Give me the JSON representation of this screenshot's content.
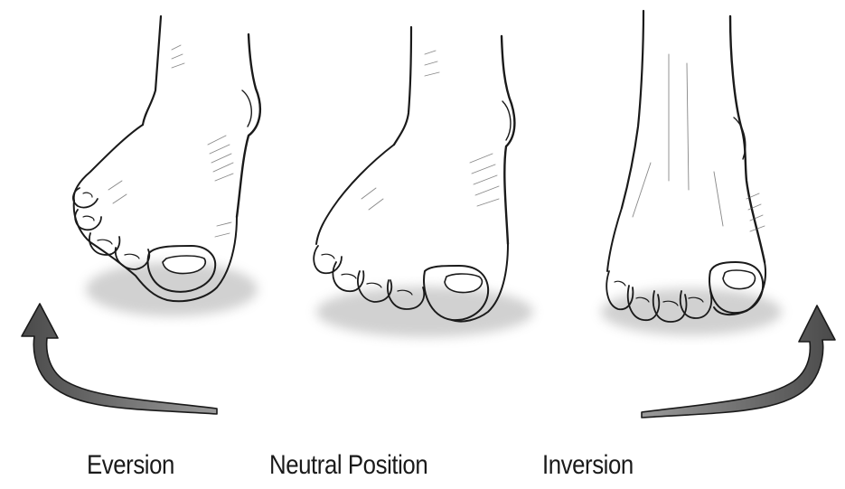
{
  "labels": {
    "eversion": "Eversion",
    "neutral": "Neutral Position",
    "inversion": "Inversion"
  },
  "colors": {
    "ink": "#1a1a1a",
    "shade": "#8a8a8a",
    "background": "#ffffff"
  },
  "icons": {
    "left_arrow": "curved-arrow-up-left-icon",
    "right_arrow": "curved-arrow-up-right-icon"
  }
}
